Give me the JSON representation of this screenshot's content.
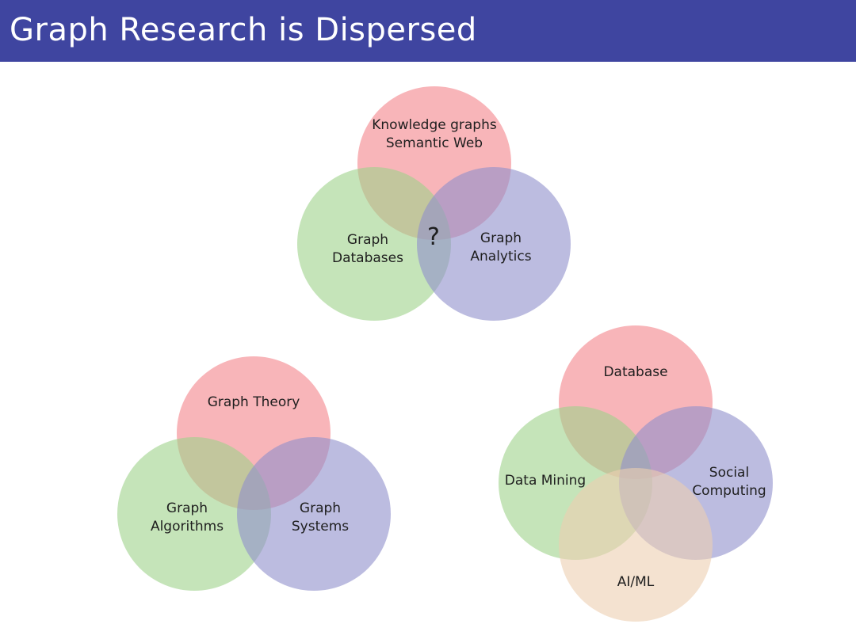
{
  "slide": {
    "title": "Graph Research is Dispersed"
  },
  "colors": {
    "title_bar": "#3f45a0",
    "red_circle": "#f4838a",
    "green_circle": "#9ed28a",
    "blue_circle": "#8f8fcc",
    "tan_circle": "#edcfb0"
  },
  "diagrams": {
    "top": {
      "circle_red": {
        "line1": "Knowledge graphs",
        "line2": "Semantic Web"
      },
      "circle_green": {
        "line1": "Graph",
        "line2": "Databases"
      },
      "circle_blue": {
        "line1": "Graph",
        "line2": "Analytics"
      },
      "center_label": "?"
    },
    "bottom_left": {
      "circle_red": {
        "line1": "Graph Theory"
      },
      "circle_green": {
        "line1": "Graph",
        "line2": "Algorithms"
      },
      "circle_blue": {
        "line1": "Graph",
        "line2": "Systems"
      }
    },
    "bottom_right": {
      "circle_red": {
        "line1": "Database"
      },
      "circle_green": {
        "line1": "Data Mining"
      },
      "circle_blue": {
        "line1": "Social",
        "line2": "Computing"
      },
      "circle_tan": {
        "line1": "AI/ML"
      }
    }
  }
}
